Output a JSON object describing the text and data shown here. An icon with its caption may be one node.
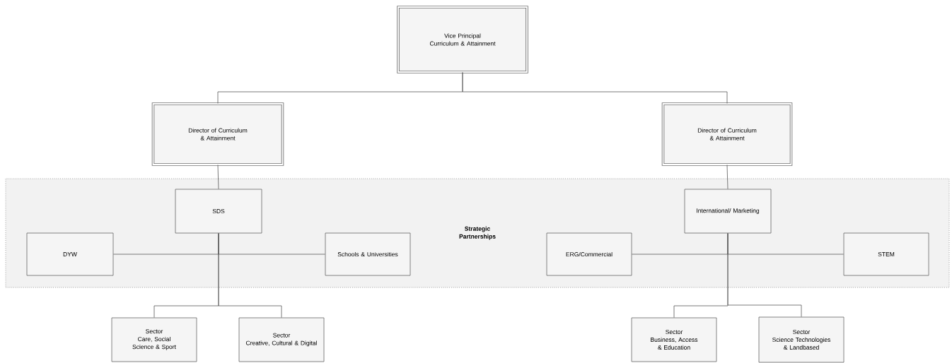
{
  "diagram": {
    "nodes": [
      {
        "text": [
          "Vice Principal Curriculum & Attainment"
        ]
      },
      {
        "text": [
          "Director of Curriculum & Attainment"
        ]
      },
      {
        "text": [
          "Director of Curriculum & Attainment"
        ]
      },
      {
        "text": [
          "Strategic Partnerships"
        ]
      },
      {
        "text": [
          "SDS"
        ],
        "in": 3
      },
      {
        "text": [
          "DYW"
        ],
        "in": 3
      },
      {
        "text": [
          "Schools & Universities"
        ],
        "in": 3
      },
      {
        "text": [
          "International/ Marketing"
        ],
        "in": 3
      },
      {
        "text": [
          "ERG/Commercial"
        ],
        "in": 3
      },
      {
        "text": [
          "STEM"
        ],
        "in": 3
      },
      {
        "text": [
          "Sector",
          "Care, Social Science & Sport"
        ]
      },
      {
        "text": [
          "Sector",
          "Creative, Cultural & Digital"
        ]
      },
      {
        "text": [
          "Sector",
          "Business, Access & Education"
        ]
      },
      {
        "text": [
          "Sector",
          "Science Technologies & Landbased"
        ]
      }
    ],
    "edges": [
      {
        "from": 0,
        "to": 1,
        "arrow": "none"
      },
      {
        "from": 0,
        "to": 2,
        "arrow": "none"
      },
      {
        "from": 1,
        "to": 4,
        "arrow": "none"
      },
      {
        "from": 2,
        "to": 7,
        "arrow": "none"
      },
      {
        "from": 4,
        "to": 5,
        "arrow": "none"
      },
      {
        "from": 4,
        "to": 6,
        "arrow": "none"
      },
      {
        "from": 7,
        "to": 8,
        "arrow": "none"
      },
      {
        "from": 7,
        "to": 9,
        "arrow": "none"
      },
      {
        "from": 4,
        "to": 10,
        "arrow": "none"
      },
      {
        "from": 4,
        "to": 11,
        "arrow": "none"
      },
      {
        "from": 7,
        "to": 12,
        "arrow": "none"
      },
      {
        "from": 7,
        "to": 13,
        "arrow": "none"
      }
    ]
  }
}
